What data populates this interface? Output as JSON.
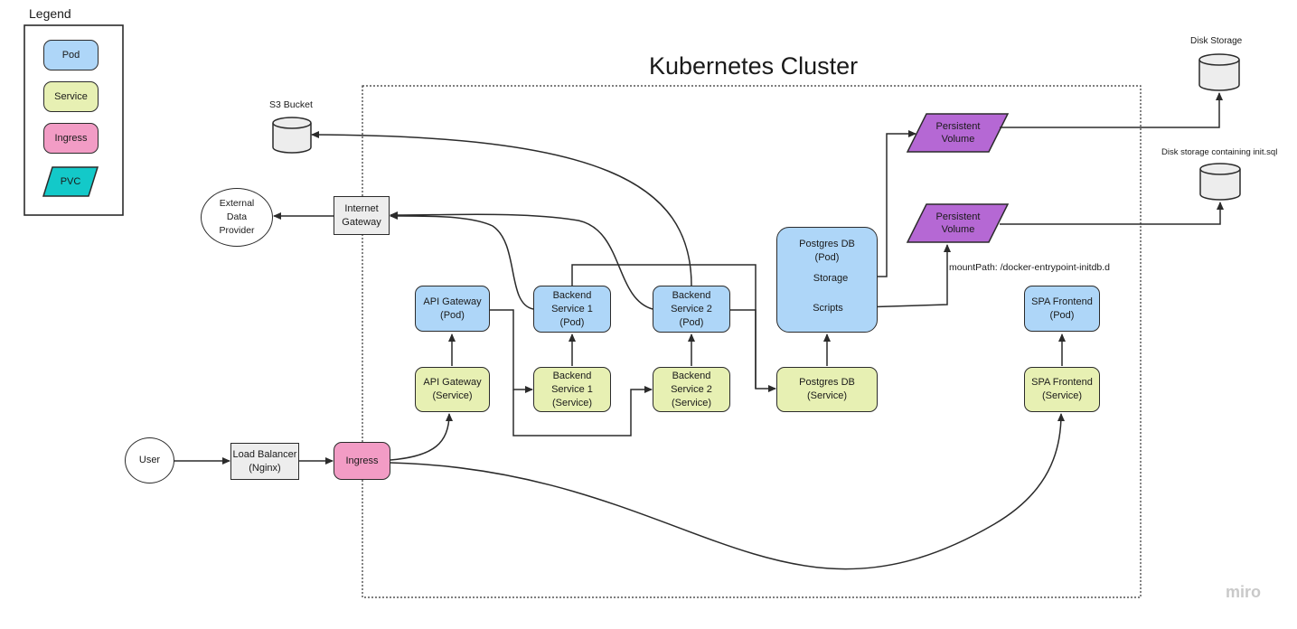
{
  "legend": {
    "title": "Legend",
    "pod": "Pod",
    "service": "Service",
    "ingress": "Ingress",
    "pvc": "PVC"
  },
  "cluster": {
    "title": "Kubernetes Cluster"
  },
  "nodes": {
    "user": "User",
    "load_balancer": "Load Balancer\n(Nginx)",
    "ingress": "Ingress",
    "external_data_provider": "External\nData\nProvider",
    "internet_gateway": "Internet\nGateway",
    "s3_bucket": "S3 Bucket",
    "api_gateway_pod": "API Gateway\n(Pod)",
    "api_gateway_service": "API Gateway\n(Service)",
    "backend1_pod": "Backend\nService 1\n(Pod)",
    "backend1_service": "Backend\nService 1\n(Service)",
    "backend2_pod": "Backend\nService 2\n(Pod)",
    "backend2_service": "Backend\nService 2\n(Service)",
    "postgres_pod": "Postgres DB\n(Pod)",
    "postgres_storage_pvc": "Storage",
    "postgres_scripts_pvc": "Scripts",
    "postgres_service": "Postgres DB\n(Service)",
    "spa_pod": "SPA Frontend\n(Pod)",
    "spa_service": "SPA Frontend\n(Service)",
    "persistent_volume_1": "Persistent\nVolume",
    "persistent_volume_2": "Persistent\nVolume",
    "disk_storage": "Disk Storage",
    "disk_storage_init": "Disk storage containing init.sql",
    "mount_path": "mountPath: /docker-entrypoint-initdb.d"
  },
  "watermark": "miro",
  "colors": {
    "pod": "#aed6f8",
    "service": "#e7f0b3",
    "ingress": "#f29cc5",
    "pvc": "#13c9c9",
    "persistent_volume": "#b568d4",
    "gray_box": "#ededed"
  }
}
